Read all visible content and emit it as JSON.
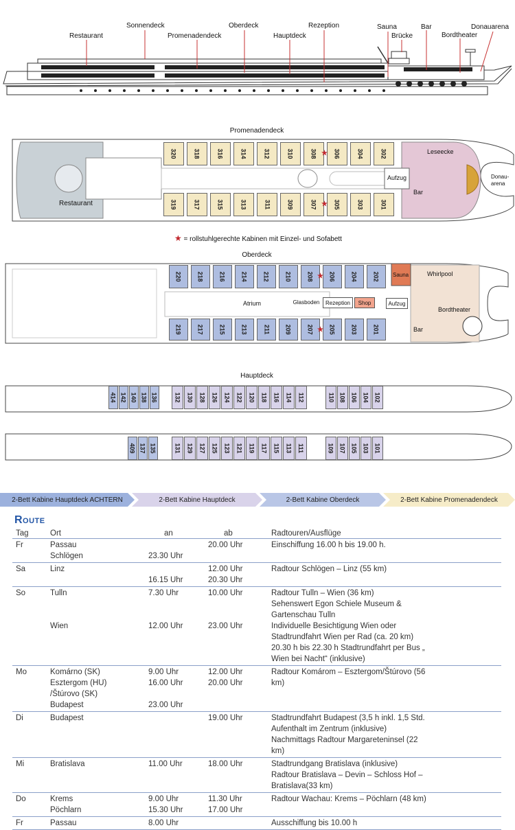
{
  "ship_labels": {
    "restaurant": "Restaurant",
    "sonnendeck": "Sonnendeck",
    "promenadendeck": "Promenadendeck",
    "oberdeck": "Oberdeck",
    "hauptdeck": "Hauptdeck",
    "rezeption": "Rezeption",
    "sauna": "Sauna",
    "bruecke": "Brücke",
    "bar": "Bar",
    "bordtheater": "Bordtheater",
    "donauarena": "Donauarena"
  },
  "promenadendeck": {
    "title": "Promenadendeck",
    "top_cabins": [
      "320",
      "318",
      "316",
      "314",
      "312",
      "310",
      "308",
      "306",
      "304",
      "302"
    ],
    "bottom_cabins": [
      "319",
      "317",
      "315",
      "313",
      "311",
      "309",
      "307",
      "305",
      "303",
      "301"
    ],
    "restaurant": "Restaurant",
    "aufzug": "Aufzug",
    "leseecke": "Leseecke",
    "bar": "Bar",
    "donau": "Donau-",
    "arena": "arena"
  },
  "wheelchair_note": "= rollstuhlgerechte  Kabinen mit Einzel- und Sofabett",
  "oberdeck": {
    "title": "Oberdeck",
    "top_cabins": [
      "220",
      "218",
      "216",
      "214",
      "212",
      "210",
      "208",
      "206",
      "204",
      "202"
    ],
    "bottom_cabins": [
      "219",
      "217",
      "215",
      "213",
      "211",
      "209",
      "207",
      "205",
      "203",
      "201"
    ],
    "atrium": "Atrium",
    "glasboden": "Glasboden",
    "rezeption": "Rezeption",
    "shop": "Shop",
    "aufzug": "Aufzug",
    "sauna": "Sauna",
    "whirlpool": "Whirlpool",
    "bordtheater": "Bordtheater",
    "bar": "Bar"
  },
  "hauptdeck": {
    "title": "Hauptdeck",
    "top_aft": [
      "414",
      "142",
      "140",
      "138",
      "136"
    ],
    "top_mid": [
      "132",
      "130",
      "128",
      "126",
      "124",
      "122",
      "120",
      "118",
      "116",
      "114",
      "112"
    ],
    "top_fwd": [
      "110",
      "108",
      "106",
      "104",
      "102"
    ],
    "bottom_aft": [
      "409",
      "137",
      "135"
    ],
    "bottom_mid": [
      "131",
      "129",
      "127",
      "125",
      "123",
      "121",
      "119",
      "117",
      "115",
      "113",
      "111"
    ],
    "bottom_fwd": [
      "109",
      "107",
      "105",
      "103",
      "101"
    ]
  },
  "legend": [
    {
      "label": "2-Bett Kabine Hauptdeck ACHTERN",
      "color": "#9cb1dd"
    },
    {
      "label": "2-Bett Kabine Hauptdeck",
      "color": "#d9d3ea"
    },
    {
      "label": "2-Bett Kabine Oberdeck",
      "color": "#b9c6e6"
    },
    {
      "label": "2-Bett Kabine Promenadendeck",
      "color": "#f6ecc8"
    }
  ],
  "route": {
    "title": "Route",
    "headers": {
      "tag": "Tag",
      "ort": "Ort",
      "an": "an",
      "ab": "ab",
      "touren": "Radtouren/Ausflüge"
    },
    "rows": [
      {
        "tag": "Fr",
        "ort": [
          "Passau",
          "Schlögen"
        ],
        "an": [
          "",
          "23.30 Uhr"
        ],
        "ab": [
          "20.00 Uhr",
          ""
        ],
        "touren": [
          "Einschiffung 16.00 h bis 19.00 h."
        ]
      },
      {
        "tag": "Sa",
        "ort": [
          "Linz",
          ""
        ],
        "an": [
          "",
          "16.15 Uhr"
        ],
        "ab": [
          "12.00 Uhr",
          "20.30 Uhr"
        ],
        "touren": [
          "Radtour Schlögen –  Linz (55 km)"
        ]
      },
      {
        "tag": "So",
        "ort": [
          "Tulln",
          "",
          "",
          "Wien"
        ],
        "an": [
          "7.30 Uhr",
          "",
          "",
          "12.00 Uhr"
        ],
        "ab": [
          "10.00 Uhr",
          "",
          "",
          "23.00 Uhr"
        ],
        "touren": [
          "Radtour Tulln – Wien (36 km)",
          "Sehenswert Egon Schiele Museum &",
          "Gartenschau Tulln",
          "Individuelle Besichtigung Wien oder",
          "Stadtrundfahrt Wien per Rad (ca. 20 km)",
          "20.30 h bis 22.30 h Stadtrundfahrt per Bus „",
          "Wien bei Nacht“ (inklusive)"
        ]
      },
      {
        "tag": "Mo",
        "ort": [
          "Komárno (SK)",
          "Esztergom (HU)",
          "/Štúrovo (SK)",
          "Budapest"
        ],
        "an": [
          "9.00 Uhr",
          "16.00 Uhr",
          "",
          "23.00 Uhr"
        ],
        "ab": [
          "12.00 Uhr",
          "20.00 Uhr",
          "",
          ""
        ],
        "touren": [
          "Radtour Komárom – Esztergom/Štúrovo (56",
          "km)"
        ]
      },
      {
        "tag": "Di",
        "ort": [
          "Budapest"
        ],
        "an": [
          ""
        ],
        "ab": [
          "19.00 Uhr"
        ],
        "touren": [
          "Stadtrundfahrt Budapest (3,5 h inkl. 1,5 Std.",
          "Aufenthalt im Zentrum (inklusive)",
          "Nachmittags Radtour Margareteninsel (22",
          "km)"
        ]
      },
      {
        "tag": "Mi",
        "ort": [
          "Bratislava"
        ],
        "an": [
          "11.00 Uhr"
        ],
        "ab": [
          "18.00 Uhr"
        ],
        "touren": [
          "Stadtrundgang Bratislava (inklusive)",
          "Radtour Bratislava – Devin – Schloss Hof –",
          "Bratislava(33 km)"
        ]
      },
      {
        "tag": "Do",
        "ort": [
          "Krems",
          "Pöchlarn"
        ],
        "an": [
          "9.00 Uhr",
          "15.30 Uhr"
        ],
        "ab": [
          "11.30 Uhr",
          "17.00 Uhr"
        ],
        "touren": [
          "Radtour Wachau: Krems – Pöchlarn (48 km)"
        ]
      },
      {
        "tag": "Fr",
        "ort": [
          "Passau"
        ],
        "an": [
          "8.00 Uhr"
        ],
        "ab": [
          ""
        ],
        "touren": [
          "Ausschiffung bis 10.00 h"
        ]
      }
    ]
  }
}
